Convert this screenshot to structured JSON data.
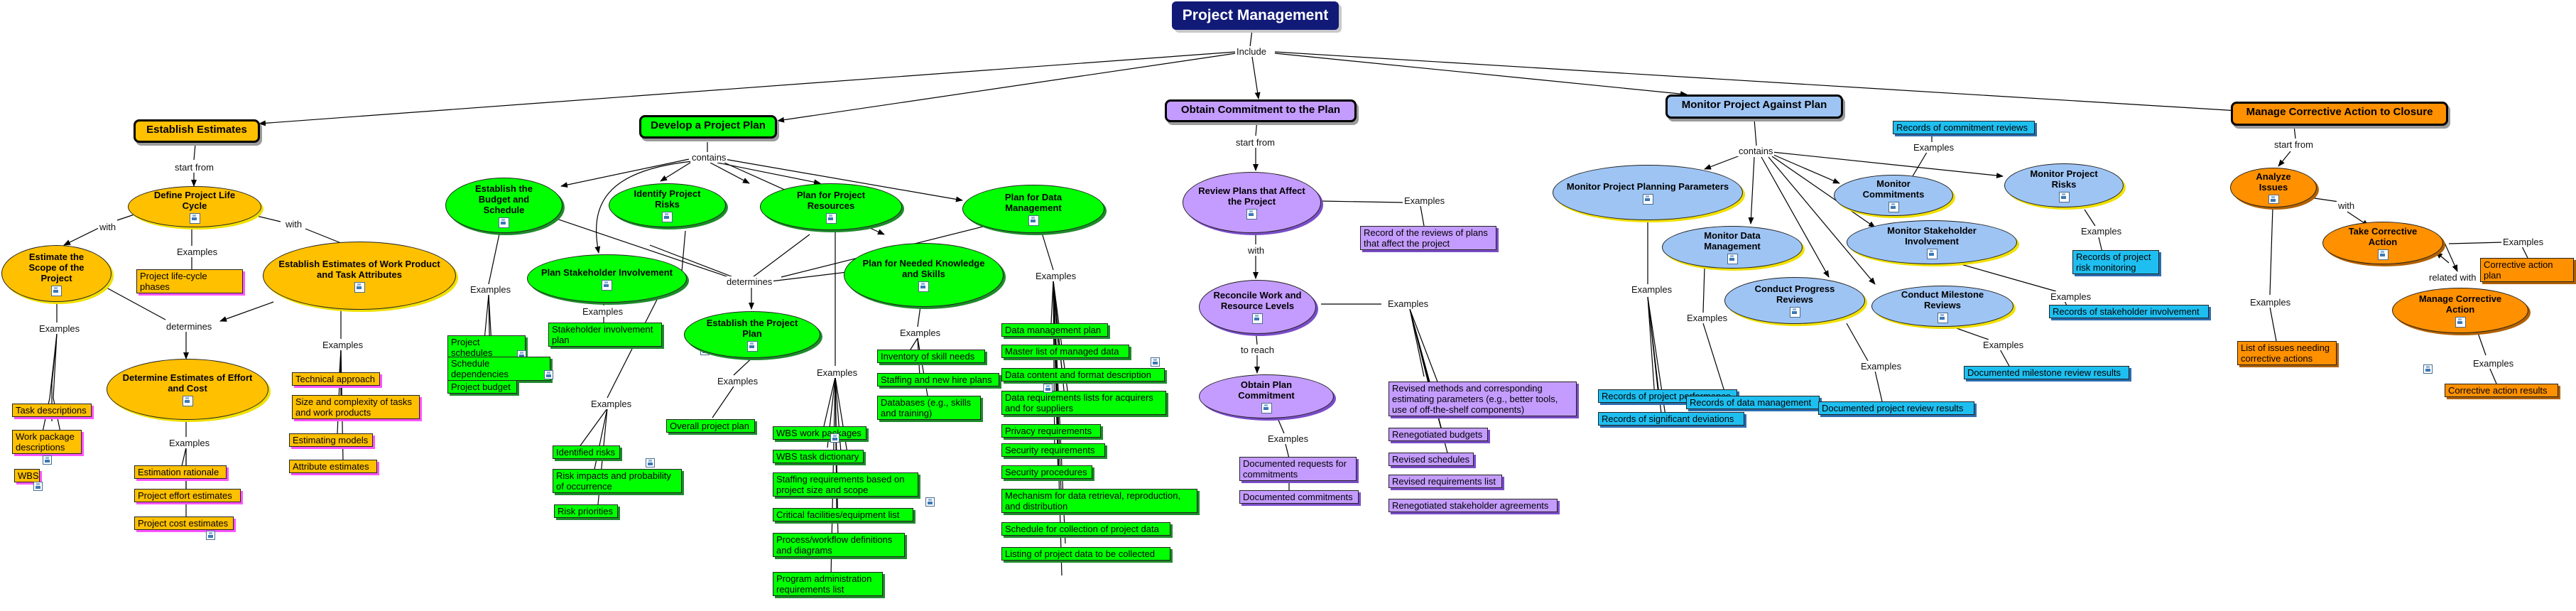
{
  "title": "Project Management",
  "include_label": "Include",
  "colors": {
    "estimates": "#ffc000",
    "develop": "#00ff00",
    "commitment": "#c49cff",
    "monitor": "#9ec4f4",
    "corrective": "#ff9000",
    "records": "#1ebff0"
  },
  "estimates": {
    "phase": "Establish Estimates",
    "start_from": "start from",
    "life_cycle": "Define Project Life Cycle",
    "life_cycle_examples": "Examples",
    "life_cycle_phases": "Project life-cycle phases",
    "with_left": "with",
    "with_right": "with",
    "scope": "Estimate the Scope of the Project",
    "scope_examples": "Examples",
    "task_descriptions": "Task descriptions",
    "work_package": "Work package descriptions",
    "wbs": "WBS",
    "work_product": "Establish Estimates of Work Product and Task Attributes",
    "wp_examples": "Examples",
    "technical_approach": "Technical approach",
    "size_complexity": "Size and complexity of tasks and work products",
    "estimating_models": "Estimating models",
    "attribute_estimates": "Attribute estimates",
    "determines": "determines",
    "effort_cost": "Determine Estimates of Effort and Cost",
    "ec_examples": "Examples",
    "estimation_rationale": "Estimation rationale",
    "effort_estimates": "Project effort estimates",
    "cost_estimates": "Project cost estimates"
  },
  "develop": {
    "phase": "Develop a Project Plan",
    "contains": "contains",
    "budget": "Establish the Budget and Schedule",
    "budget_examples": "Examples",
    "schedules": "Project schedules",
    "dependencies": "Schedule dependencies",
    "project_budget": "Project budget",
    "risks": "Identify Project Risks",
    "risks_examples": "Examples",
    "identified_risks": "Identified risks",
    "risk_impacts": "Risk impacts and probability of occurrence",
    "risk_priorities": "Risk priorities",
    "resources": "Plan for Project Resources",
    "resources_examples": "Examples",
    "wbs_packages": "WBS work packages",
    "wbs_dictionary": "WBS task dictionary",
    "staffing_req": "Staffing requirements based on project size and scope",
    "critical_facilities": "Critical facilities/equipment list",
    "process_workflow": "Process/workflow definitions and diagrams",
    "program_admin": "Program administration requirements list",
    "data_mgmt": "Plan for Data Management",
    "data_examples": "Examples",
    "data_plan": "Data management plan",
    "master_list": "Master list of managed data",
    "data_content": "Data content and format description",
    "data_req_lists": "Data requirements lists for acquirers and for suppliers",
    "privacy_req": "Privacy requirements",
    "security_req": "Security requirements",
    "security_proc": "Security procedures",
    "mechanism": "Mechanism for data retrieval, reproduction, and distribution",
    "schedule_collection": "Schedule for collection of project data",
    "listing": "Listing of project data to be collected",
    "stakeholder": "Plan Stakeholder Involvement",
    "stakeholder_examples": "Examples",
    "stakeholder_plan": "Stakeholder involvement plan",
    "knowledge": "Plan for Needed Knowledge and Skills",
    "knowledge_examples": "Examples",
    "inventory": "Inventory of skill needs",
    "staffing_hire": "Staffing and new hire plans",
    "databases": "Databases (e.g., skills and training)",
    "determines": "determines",
    "establish_plan": "Establish the Project Plan",
    "plan_examples": "Examples",
    "overall_plan": "Overall project plan"
  },
  "commitment": {
    "phase": "Obtain Commitment to the Plan",
    "start_from": "start from",
    "review_plans": "Review Plans that Affect the Project",
    "review_examples": "Examples",
    "record_reviews": "Record of the reviews of plans that affect the project",
    "with": "with",
    "reconcile": "Reconcile Work and Resource Levels",
    "reconcile_examples": "Examples",
    "revised_methods": "Revised methods and corresponding estimating parameters (e.g., better tools, use of off-the-shelf components)",
    "renegotiated_budgets": "Renegotiated budgets",
    "revised_schedules": "Revised schedules",
    "revised_requirements": "Revised requirements list",
    "renegotiated_agreements": "Renegotiated stakeholder agreements",
    "to_reach": "to reach",
    "obtain": "Obtain Plan Commitment",
    "obtain_examples": "Examples",
    "documented_requests": "Documented requests for commitments",
    "documented_commitments": "Documented commitments"
  },
  "monitor": {
    "phase": "Monitor Project Against Plan",
    "contains": "contains",
    "planning_params": "Monitor Project Planning Parameters",
    "pp_examples": "Examples",
    "records_performance": "Records of project performance",
    "records_deviations": "Records of significant deviations",
    "data_mgmt": "Monitor Data Management",
    "dm_examples": "Examples",
    "records_data": "Records of data management",
    "progress": "Conduct Progress Reviews",
    "progress_examples": "Examples",
    "documented_review": "Documented project review results",
    "commitments": "Monitor Commitments",
    "commit_examples": "Examples",
    "records_commitment": "Records of commitment reviews",
    "stakeholder": "Monitor Stakeholder Involvement",
    "stake_examples": "Examples",
    "records_stakeholder": "Records of stakeholder involvement",
    "milestone": "Conduct Milestone Reviews",
    "milestone_examples": "Examples",
    "documented_milestone": "Documented milestone review results",
    "risks": "Monitor Project Risks",
    "risk_examples": "Examples",
    "records_risk": "Records of project risk monitoring"
  },
  "corrective": {
    "phase": "Manage Corrective Action to Closure",
    "start_from": "start from",
    "analyze": "Analyze Issues",
    "analyze_examples": "Examples",
    "issues_list": "List of issues needing corrective actions",
    "with": "with",
    "take": "Take Corrective Action",
    "take_examples": "Examples",
    "action_plan": "Corrective action plan",
    "related_with": "related with",
    "manage": "Manage Corrective Action",
    "manage_examples": "Examples",
    "action_results": "Corrective action results"
  }
}
